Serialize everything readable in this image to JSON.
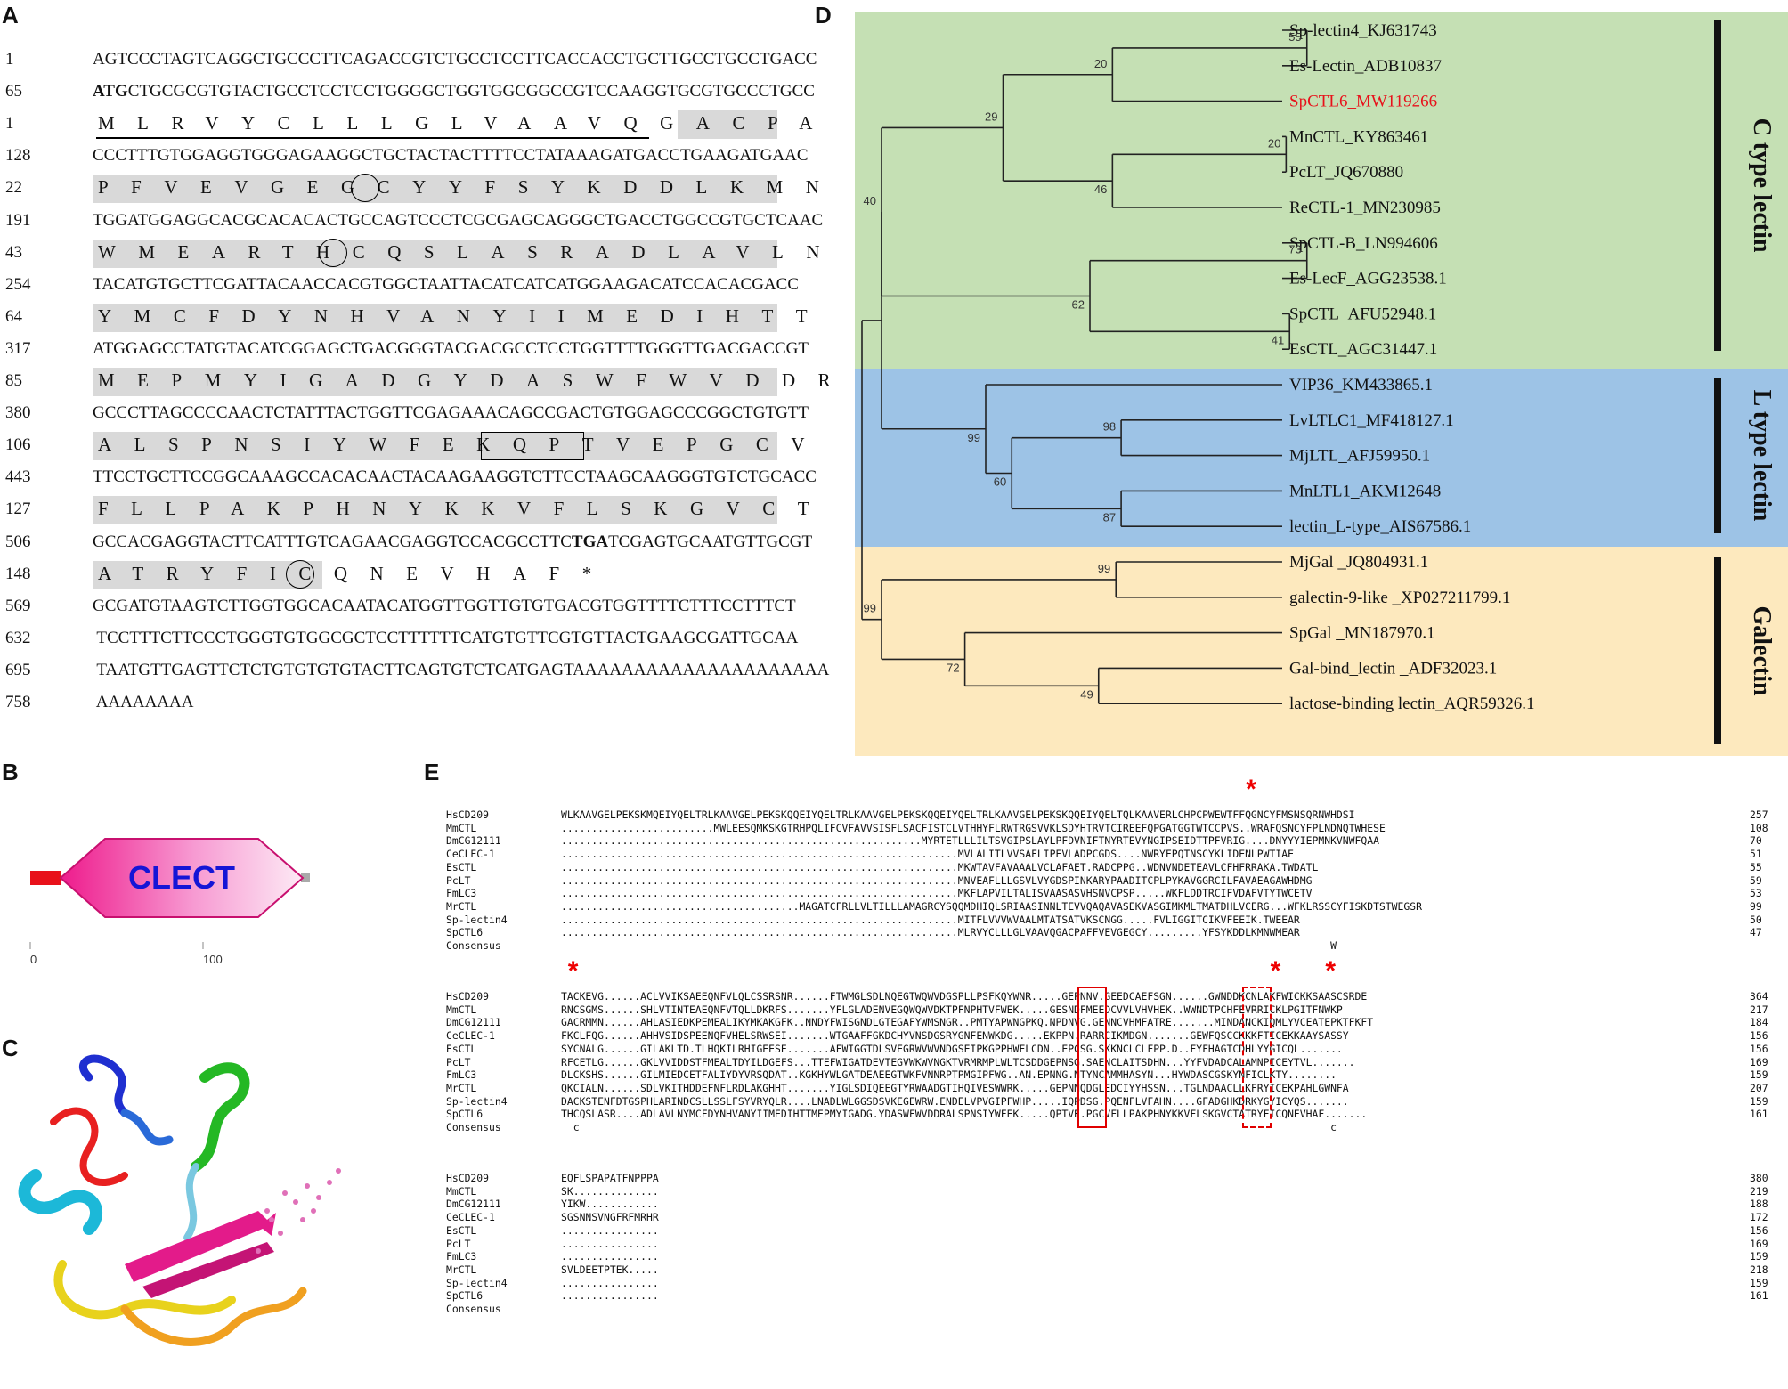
{
  "panel_labels": {
    "a": "A",
    "b": "B",
    "c": "C",
    "d": "D",
    "e": "E"
  },
  "panelA": {
    "rows": [
      {
        "n": "1",
        "t": "nt",
        "s": "AGTCCCTAGTCAGGCTGCCCTTCAGACCGTCTGCCTCCTTCACCACCTGCTTGCCTGCCTGACC"
      },
      {
        "n": "65",
        "t": "nt",
        "b": "ATG",
        "s": "CTGCGCGTGTACTGCCTCCTCCTGGGGCTGGTGGCGGCCGTCCAAGGTGCGTGCCCTGCC"
      },
      {
        "n": "1",
        "t": "aa",
        "s": "MLRVYCLLLGLVAAVQGACPA"
      },
      {
        "n": "128",
        "t": "nt",
        "s": "CCCTTTGTGGAGGTGGGAGAAGGCTGCTACTACTTTTCCTATAAAGATGACCTGAAGATGAAC"
      },
      {
        "n": "22",
        "t": "aa",
        "s": "PFVEVGEGCYYFSYKDDLKMN"
      },
      {
        "n": "191",
        "t": "nt",
        "s": "TGGATGGAGGCACGCACACACTGCCAGTCCCTCGCGAGCAGGGCTGACCTGGCCGTGCTCAAC"
      },
      {
        "n": "43",
        "t": "aa",
        "s": "WMEARTHCQSLASRADLAVLN"
      },
      {
        "n": "254",
        "t": "nt",
        "s": "TACATGTGCTTCGATTACAACCACGTGGCTAATTACATCATCATGGAAGACATCCACACGACC"
      },
      {
        "n": "64",
        "t": "aa",
        "s": "YMCFDYNHVANYIIMEDIHTT"
      },
      {
        "n": "317",
        "t": "nt",
        "s": "ATGGAGCCTATGTACATCGGAGCTGACGGGTACGACGCCTCCTGGTTTTGGGTTGACGACCGT"
      },
      {
        "n": "85",
        "t": "aa",
        "s": "MEPMYIGADGYDASWFWVDDR"
      },
      {
        "n": "380",
        "t": "nt",
        "s": "GCCCTTAGCCCCAACTCTATTTACTGGTTCGAGAAACAGCCGACTGTGGAGCCCGGCTGTGTT"
      },
      {
        "n": "106",
        "t": "aa",
        "s": "ALSPNSIYWFEKQPTVEPGCV"
      },
      {
        "n": "443",
        "t": "nt",
        "s": "TTCCTGCTTCCGGCAAAGCCACACAACTACAAGAAGGTCTTCCTAAGCAAGGGTGTCTGCACC"
      },
      {
        "n": "127",
        "t": "aa",
        "s": "FLLPAKPHNYKKVFLSKGVCT"
      },
      {
        "n": "506",
        "t": "nt",
        "s": "GCCACGAGGTACTTCATTTGTCAGAACGAGGTCCACGCCTTC",
        "b2": "TGA",
        "s2": "TCGAGTGCAATGTTGCGT"
      },
      {
        "n": "148",
        "t": "aa",
        "s": "ATRYFICQNEVHAF*"
      },
      {
        "n": "569",
        "t": "nt",
        "s": "GCGATGTAAGTCTTGGTGGCACAATACATGGTTGGTTGTGTGACGTGGTTTTCTTTCCTTTCT"
      },
      {
        "n": "632",
        "t": "nt",
        "s": " TCCTTTCTTCCCTGGGTGTGGCGCTCCTTTTTTCATGTGTTCGTGTTACTGAAGCGATTGCAA"
      },
      {
        "n": "695",
        "t": "nt",
        "s": " TAATGTTGAGTTCTCTGTGTGTGTACTTCAGTGTCTCATGAGTAAAAAAAAAAAAAAAAAAAAA"
      },
      {
        "n": "758",
        "t": "nt",
        "s": " AAAAAAAA"
      }
    ]
  },
  "panelB": {
    "domain": "CLECT",
    "ticks": [
      "0",
      "100"
    ],
    "colors": {
      "pink": "#ee1b8c",
      "red": "#e8111a",
      "grey": "#aaaaaa",
      "text": "#1515d6"
    }
  },
  "panelD": {
    "leaves": [
      "Sp-lectin4_KJ631743",
      "Es-Lectin_ADB10837",
      "SpCTL6_MW119266",
      "MnCTL_KY863461",
      "PcLT_JQ670880",
      "ReCTL-1_MN230985",
      "SpCTL-B_LN994606",
      "Es-LecF_AGG23538.1",
      "SpCTL_AFU52948.1",
      "EsCTL_AGC31447.1",
      "VIP36_KM433865.1",
      "LvLTLC1_MF418127.1",
      "MjLTL_AFJ59950.1",
      "MnLTL1_AKM12648",
      "lectin_L-type_AIS67586.1",
      "MjGal _JQ804931.1",
      "galectin-9-like  _XP027211799.1",
      "SpGal _MN187970.1",
      "Gal-bind_lectin  _ADF32023.1",
      "lactose-binding  lectin_AQR59326.1"
    ],
    "bootstrap": [
      "55",
      "20",
      "29",
      "20",
      "46",
      "40",
      "73",
      "62",
      "41",
      "98",
      "99",
      "60",
      "87",
      "99",
      "99",
      "72",
      "49"
    ],
    "groups": [
      {
        "label": "C type lectin",
        "color": "#c5e0b4"
      },
      {
        "label": "L type lectin",
        "color": "#9dc3e6"
      },
      {
        "label": "Galectin",
        "color": "#fde9be"
      }
    ],
    "highlight_color": "#e8111a"
  },
  "panelE": {
    "names": [
      "HsCD209",
      "MmCTL",
      "DmCG12111",
      "CeCLEC-1",
      "EsCTL",
      "PcLT",
      "FmLC3",
      "MrCTL",
      "Sp-lectin4",
      "SpCTL6",
      "Consensus"
    ],
    "block1": [
      "WLKAAVGELPEKSKMQEIYQELTRLKAAVGELPEKSKQQEIYQELTRLKAAVGELPEKSKQQEIYQELTRLKAAVGELPEKSKQQEIYQELTQLKAAVERLCHPCPWEWTFFQGNCYFMSNSQRNWHDSI",
      ".........................MWLEESQMKSKGTRHPQLIFCVFAVVSISFLSACFISTCLVTHHYFLRWTRGSVVKLSDYHTRVTCIREEFQPGATGGTWTCCPVS..WRAFQSNCYFPLNDNQTWHESE",
      "...........................................................MYRTETLLLILTSVGIPSLAYLPFDVNIFTNYRTEVYNGIPSEIDTTPFVRIG....DNYYYIEPMNKVNWFQAA",
      ".................................................................MVLALITLVVSAFLIPEVLADPCGDS....NWRYFPQTNSCYKLIDENLPWTIAE",
      ".................................................................MKWTAVFAVAAALVCLAFAET.RADCPPG..WDNVNDETEAVLCFHFRRAKA.TWDATL",
      ".................................................................MNVEAFLLLGSVLVYGDSPINKARYPAADITCPLPYKAVGGRCILFAVAEAGAWHDMG",
      ".................................................................MKFLAPVILTALISVAASASVHSNVCPSP.....WKFLDDTRCIFVDAFVTYTWCETV",
      ".......................................MAGATCFRLLVLTILLLAMAGRCYSQQMDHIQLSRIAASINNLTEVVQAQAVASEKVASGIMKMLTMATDHLVCERG...WFKLRSSCYFISKDTSTWEGSR",
      ".................................................................MITFLVVVWVAALMTATSATVKSCNGG.....FVLIGGITCIKVFEEIK.TWEEAR",
      ".................................................................MLRVYCLLLGLVAAVQGACPAFFVEVGEGCY.........YFSYKDDLKMNWMEAR",
      "                                                                                                                              W"
    ],
    "block1_end": [
      "257",
      "108",
      "70",
      "51",
      "55",
      "59",
      "53",
      "99",
      "50",
      "47",
      ""
    ],
    "block2": [
      "TACKEVG......ACLVVIKSAEEQNFVLQLCSSRSNR......FTWMGLSDLNQEGTWQWVDGSPLLPSFKQYWNR.....GEPNNV.GEEDCAEFSGN......GWNDDKCNLAKFWICKKSAASCSRDE",
      "RNCSGMS......SHLVTINTEAEQNFVTQLLDKRFS.......YFLGLADENVEGQWQWVDKTPFNPHTVFWEK.....GESNDFMEEDCVVLVHVHEK..WWNDTPCHFEVRRICKLPGITFNWKP",
      "GACRMMN......AHLASIEDKPEMEALIKYMKAKGFK..NNDYFWISGNDLGTEGAFYWMSNGR..PMTYAPWNGPKQ.NPDNVG.GENNCVHMFATRE.......MINDANCKIQMLYVCEATEPKTFKFT",
      "FKCLFQG......AHHVSIDSPEENQFVHELSRWSEI.......WTGAAFFGKDCHYVNSDGSRYGNFENWKDG.....EKPPN.RARRCIKMDGN.......GEWFQSCCKKKFTICEKKAAYSASSY",
      "SYCNALG......GILAKLTD.TLHQKILRHIGEESE.......AFWIGGTDLSVEGRWVWVNDGSEIPKGPPHWFLCDN..EPCSG.SKKNCLCLFPP.D..FYFHAGTCDHLYYGICQL.......",
      "RFCETLG......GKLVVIDDSTFMEALTDYILDGEFS...TTEFWIGATDEVTEGVWKWVNGKTVRMRMPLWLTCSDDGEPNSG.SAENCLAITSDHN...YYFVDADCALAMNPICEYTVL.......",
      "DLCKSHS......GILMIEDCETFALIYDYVRSQDAT..KGKHYWLGATDEAEEGTWKFVNNRPTPMGIPFWG..AN.EPNNG.NTYNCAMMHASYN...HYWDASCGSKYNFICLKTY........",
      "QKCIALN......SDLVKITHDDEFNFLRDLAKGHHT.......YIGLSDIQEEGTYRWAADGTIHQIVESWWRK.....GEPNNQDGLEDCIYYHSSN...TGLNDAACLLKFRYICEKPAHLGWNFA",
      "DACKSTENFDTGSPHLARINDCSLLSSLFSYVRYQLR....LNADLWLGGSDSVKEGEWRW.ENDELVPVGIPFWHP.....IQPDSG.PQENFLVFAHN....GFADGHKDRKYGYICYQS.......",
      "THCQSLASR....ADLAVLNYMCFDYNHVANYIIMEDIHTTMEPMYIGADG.YDASWFWVDDRALSPNSIYWFEK.....QPTVE.PGCVFLLPAKPHNYKKVFLSKGVCTATRYFICQNEVHAF.......",
      "  c                                                                                                                           c"
    ],
    "block2_end": [
      "364",
      "217",
      "184",
      "156",
      "156",
      "169",
      "159",
      "207",
      "159",
      "161",
      ""
    ],
    "block3": [
      "EQFLSPAPATFNPPPA",
      "SK..............",
      "YIKW............",
      "SGSNNSVNGFRFMRHR",
      "................",
      "................",
      "................",
      "SVLDEETPTEK.....",
      "................",
      "................",
      ""
    ],
    "block3_end": [
      "380",
      "219",
      "188",
      "172",
      "156",
      "169",
      "159",
      "218",
      "159",
      "161",
      ""
    ],
    "colors": {
      "navy": "#0d1b52",
      "cyan": "#8ee9ef",
      "magenta": "#e87bc6",
      "red": "#e00000"
    }
  }
}
